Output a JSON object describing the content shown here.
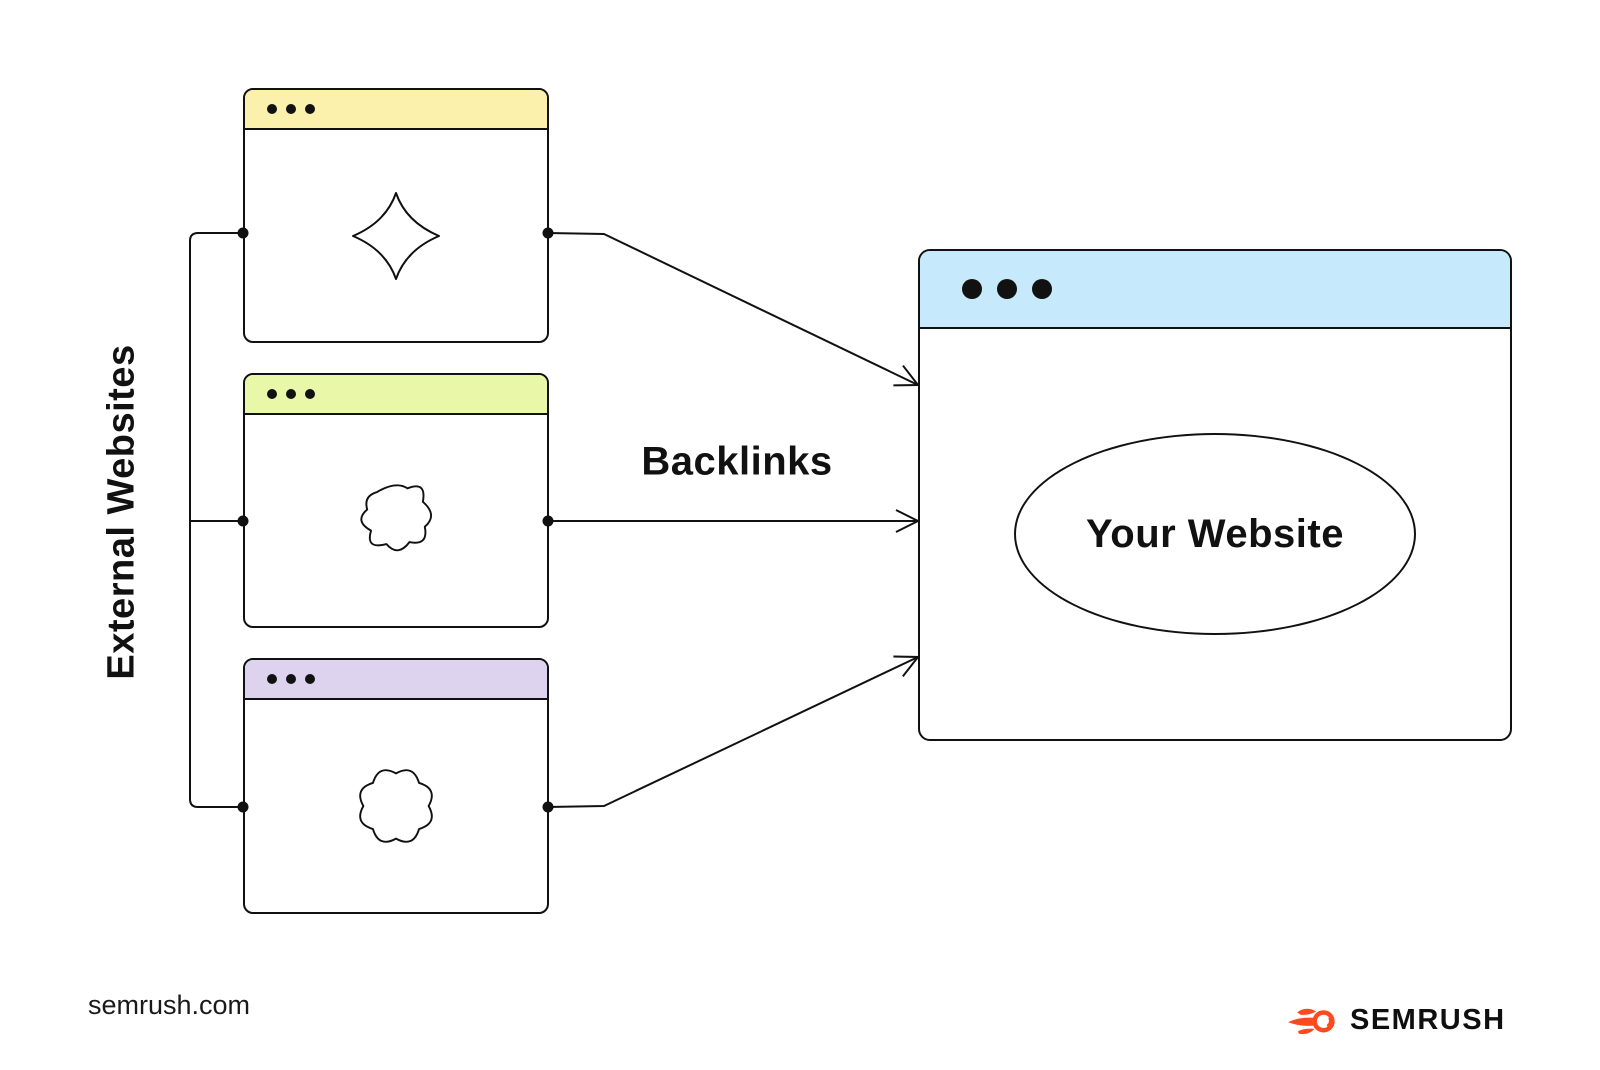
{
  "diagram": {
    "left_label": "External Websites",
    "arrow_label": "Backlinks",
    "main_window_label": "Your Website"
  },
  "windows": {
    "external": [
      {
        "name": "external-website-1",
        "header_color": "#FBF0AC",
        "icon": "diamond-blob-icon"
      },
      {
        "name": "external-website-2",
        "header_color": "#E9F8A8",
        "icon": "star-blob-icon"
      },
      {
        "name": "external-website-3",
        "header_color": "#DDD3EE",
        "icon": "flower-blob-icon"
      }
    ],
    "main": {
      "name": "your-website-window",
      "header_color": "#C6E9FB"
    }
  },
  "footer": {
    "source": "semrush.com",
    "brand": "SEMRUSH",
    "brand_color": "#FF4A1F"
  },
  "colors": {
    "stroke": "#111111",
    "background": "#FFFFFF"
  }
}
